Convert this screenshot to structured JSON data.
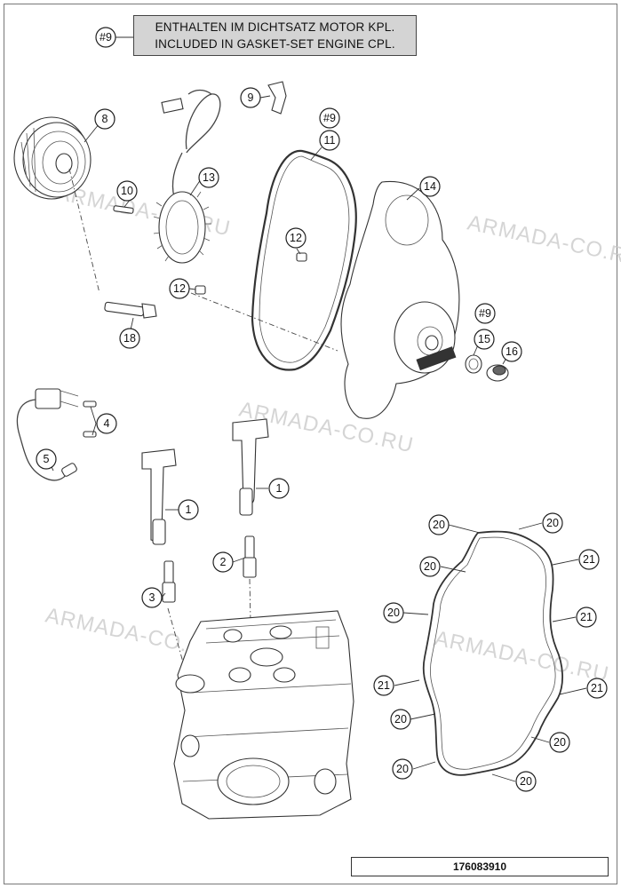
{
  "note": {
    "ref": "#9",
    "line1": "ENTHALTEN IM DICHTSATZ MOTOR KPL.",
    "line2": "INCLUDED IN GASKET-SET ENGINE CPL."
  },
  "document_number": "176083910",
  "watermark": "ARMADA-CO.RU",
  "colors": {
    "line": "#333333",
    "note_background": "#d4d4d4",
    "watermark": "#c8c8c8"
  },
  "callouts": {
    "c1a": "1",
    "c1b": "1",
    "c2": "2",
    "c3": "3",
    "c4": "4",
    "c5": "5",
    "c8": "8",
    "c9": "9",
    "c9ref_a": "#9",
    "c9ref_b": "#9",
    "c10": "10",
    "c11": "11",
    "c12a": "12",
    "c12b": "12",
    "c13": "13",
    "c14": "14",
    "c15": "15",
    "c16": "16",
    "c18": "18",
    "c20a": "20",
    "c20b": "20",
    "c20c": "20",
    "c20d": "20",
    "c20e": "20",
    "c20f": "20",
    "c20g": "20",
    "c20h": "20",
    "c21a": "21",
    "c21b": "21",
    "c21c": "21",
    "c21d": "21"
  }
}
